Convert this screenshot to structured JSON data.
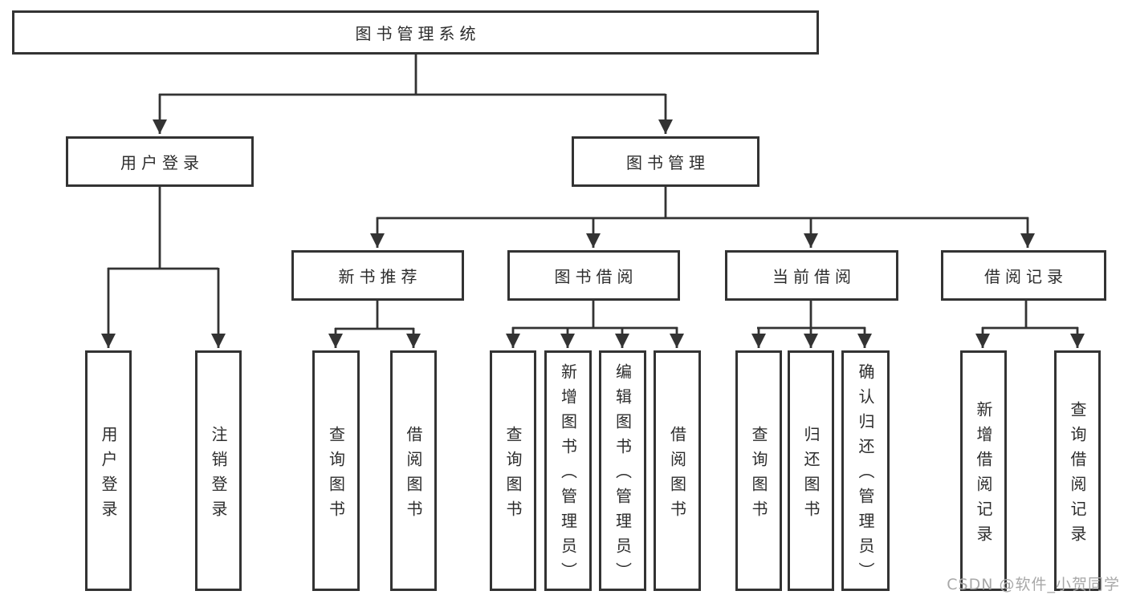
{
  "nodes": {
    "root": {
      "label": "图书管理系统"
    },
    "user_login": {
      "label": "用户登录"
    },
    "book_management": {
      "label": "图书管理"
    },
    "new_book_recommend": {
      "label": "新书推荐"
    },
    "book_borrowing": {
      "label": "图书借阅"
    },
    "current_borrowing": {
      "label": "当前借阅"
    },
    "borrowing_records": {
      "label": "借阅记录"
    },
    "leaf_user_login": {
      "label": "用户登录"
    },
    "leaf_logout": {
      "label": "注销登录"
    },
    "leaf_nb_query_books": {
      "label": "查询图书"
    },
    "leaf_nb_borrow_books": {
      "label": "借阅图书"
    },
    "leaf_bb_query_books": {
      "label": "查询图书"
    },
    "leaf_bb_add_books": {
      "label": "新增图书（管理员）"
    },
    "leaf_bb_edit_books": {
      "label": "编辑图书（管理员）"
    },
    "leaf_bb_borrow_books": {
      "label": "借阅图书"
    },
    "leaf_cb_query_books": {
      "label": "查询图书"
    },
    "leaf_cb_return_books": {
      "label": "归还图书"
    },
    "leaf_cb_confirm_return": {
      "label": "确认归还（管理员）"
    },
    "leaf_br_add_record": {
      "label": "新增借阅记录"
    },
    "leaf_br_query_record": {
      "label": "查询借阅记录"
    }
  },
  "watermark": {
    "text": "CSDN @软件_小贺同学"
  },
  "colors": {
    "line": "#333333",
    "text": "#2d2d2d",
    "watermark": "#a8a8a8",
    "background": "#ffffff"
  }
}
